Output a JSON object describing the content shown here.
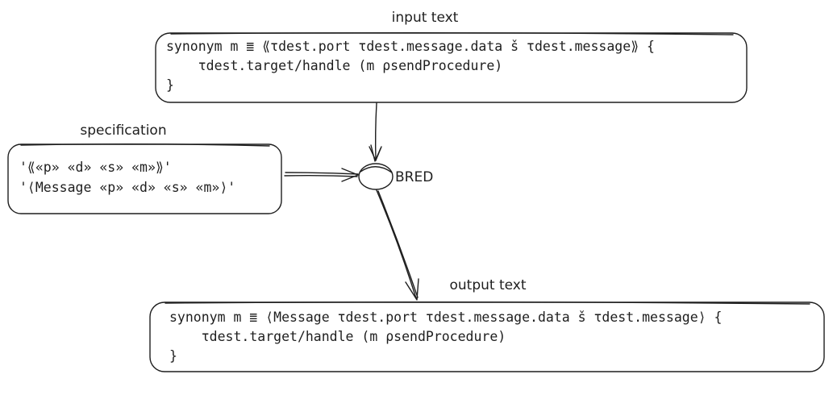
{
  "input": {
    "title": "input text",
    "lines": [
      "synonym m ≣ ⟪τdest.port τdest.message.data š τdest.message⟫ {",
      "    τdest.target/handle (m ρsendProcedure)",
      "}"
    ]
  },
  "specification": {
    "title": "specification",
    "lines": [
      "'⟪«p» «d» «s» «m»⟫'",
      "'⟨Message «p» «d» «s» «m»⟩'"
    ]
  },
  "node": {
    "label": "BRED"
  },
  "output": {
    "title": "output text",
    "lines": [
      "synonym m ≣ ⟨Message τdest.port τdest.message.data š τdest.message⟩ {",
      "    τdest.target/handle (m ρsendProcedure)",
      "}"
    ]
  },
  "colors": {
    "input_fill": "#b2f2bb",
    "spec_fill": "#b2f2bb",
    "output_fill": "#ffec99",
    "output_hatch": "#ffc078",
    "node_fill": "#a5d8ff",
    "stroke": "#1e1e1e"
  }
}
